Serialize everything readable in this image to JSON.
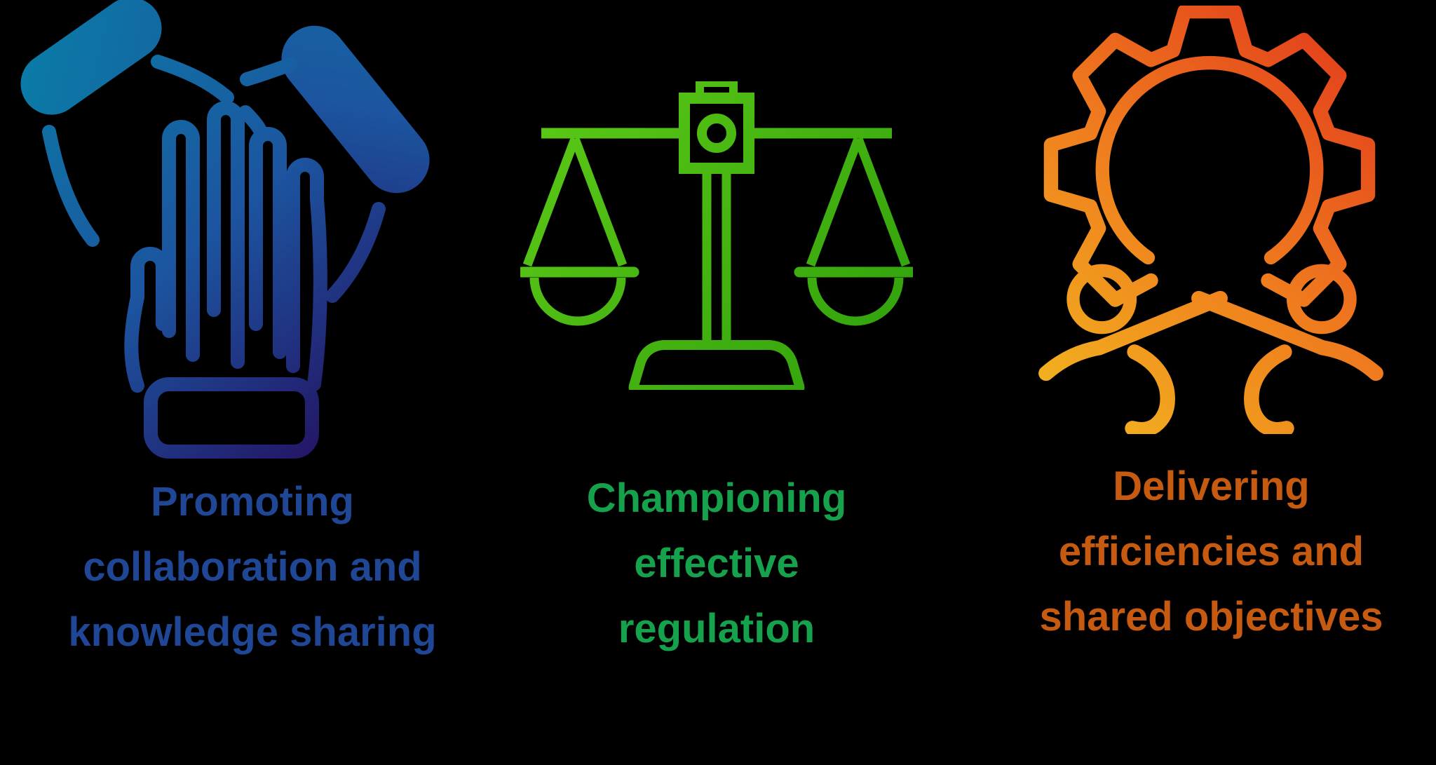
{
  "page": {
    "background": "#000000"
  },
  "columns": [
    {
      "id": "collaboration",
      "icon": "hands-stacked-icon",
      "caption_text": "Promoting collaboration and knowledge sharing",
      "caption_lines": [
        "Promoting",
        "collaboration and",
        "knowledge sharing"
      ],
      "text_color": "#1F4795",
      "gradient": {
        "start": "#0A7CA6",
        "mid": "#1C55A0",
        "end": "#250A5C"
      }
    },
    {
      "id": "regulation",
      "icon": "balance-scale-icon",
      "caption_text": "Championing effective regulation",
      "caption_lines": [
        "Championing",
        "effective",
        "regulation"
      ],
      "text_color": "#16A14D",
      "gradient": {
        "start": "#5CC916",
        "end": "#2FA00C"
      }
    },
    {
      "id": "efficiencies",
      "icon": "gear-people-icon",
      "caption_text": "Delivering efficiencies and shared objectives",
      "caption_lines": [
        "Delivering",
        "efficiencies and",
        "shared objectives"
      ],
      "text_color": "#C65A11",
      "gradient": {
        "start": "#F2B31F",
        "mid": "#EF7A1E",
        "end": "#E23A1B"
      }
    }
  ]
}
